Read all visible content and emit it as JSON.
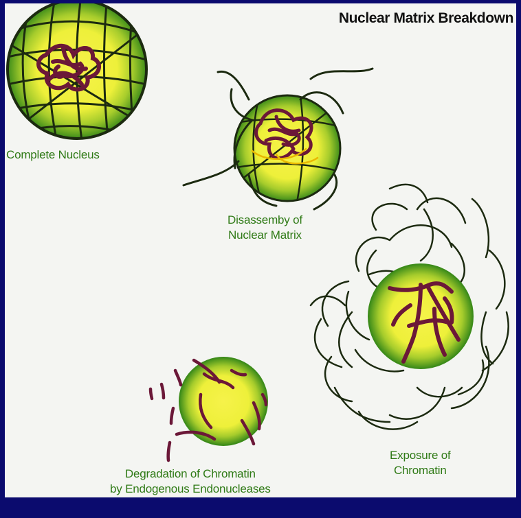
{
  "title": "Nuclear Matrix Breakdown",
  "stages": [
    {
      "name": "complete-nucleus",
      "label_lines": [
        "Complete Nucleus"
      ]
    },
    {
      "name": "disassembly",
      "label_lines": [
        "Disassemby of",
        "Nuclear Matrix"
      ]
    },
    {
      "name": "exposure",
      "label_lines": [
        "Exposure of",
        "Chromatin"
      ]
    },
    {
      "name": "degradation",
      "label_lines": [
        "Degradation of Chromatin",
        "by Endogenous Endonucleases"
      ]
    }
  ],
  "colors": {
    "frame": "#0b0b6e",
    "background": "#f4f5f2",
    "nucleus_center": "#f6f24a",
    "nucleus_rim": "#3d8c1a",
    "matrix_lines": "#1c2a10",
    "chromatin": "#6b1838",
    "label_text": "#2f7a16"
  }
}
